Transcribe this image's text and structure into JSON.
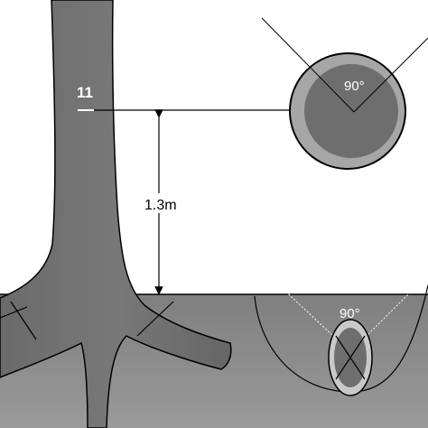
{
  "labels": {
    "tree_number": "11",
    "height": "1.3m",
    "angle_top": "90°",
    "angle_bottom": "90°"
  },
  "colors": {
    "background": "#ffffff",
    "ground": "#8c8c8c",
    "trunk": "#707070",
    "outline": "#000000",
    "cross_section_ring": "#a6a6a6",
    "cross_section_core": "#6e6e6e",
    "label_light": "#ffffff"
  }
}
